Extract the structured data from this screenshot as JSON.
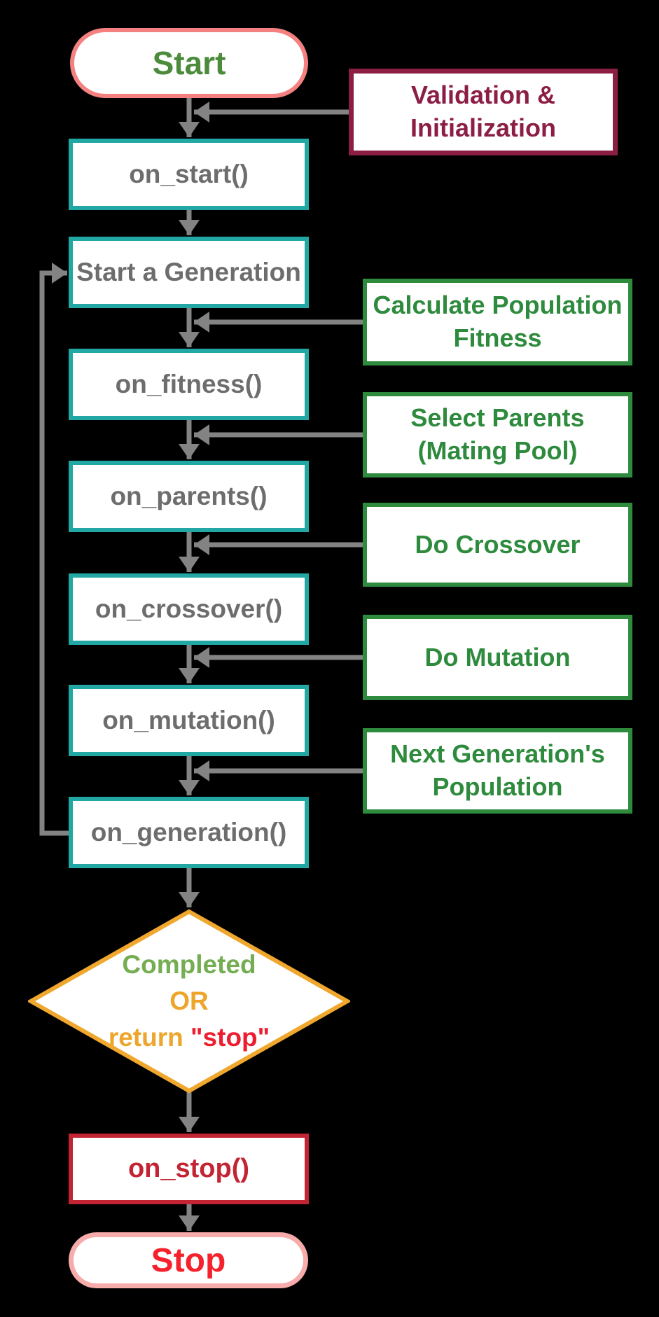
{
  "flow": {
    "start": "Start",
    "steps": [
      "on_start()",
      "Start a Generation",
      "on_fitness()",
      "on_parents()",
      "on_crossover()",
      "on_mutation()",
      "on_generation()"
    ],
    "decision": {
      "line1": "Completed",
      "line2": "OR",
      "line3_prefix": "return ",
      "line3_value": "\"stop\""
    },
    "on_stop": "on_stop()",
    "stop": "Stop"
  },
  "callouts": {
    "validation": [
      "Validation &",
      "Initialization"
    ],
    "fitness": [
      "Calculate Population",
      "Fitness"
    ],
    "parents": [
      "Select Parents",
      "(Mating Pool)"
    ],
    "crossover": [
      "Do Crossover"
    ],
    "mutation": [
      "Do Mutation"
    ],
    "next_generation": [
      "Next Generation's",
      "Population"
    ]
  },
  "colors": {
    "background": "#000000",
    "arrow_gray": "#838383",
    "step_border_teal": "#21a8a4",
    "step_text_gray": "#6d6d6d",
    "callout_green": "#2e8b3d",
    "validation_maroon": "#8c1e45",
    "start_border_salmon": "#f48080",
    "start_text_green": "#4b8b3b",
    "decision_amber": "#f0a72e",
    "decision_completed_green": "#74ad52",
    "decision_stop_red": "#ed1c2e",
    "on_stop_red": "#c32433",
    "stop_border_pink": "#f7abab",
    "stop_text_red": "#f5222d"
  }
}
